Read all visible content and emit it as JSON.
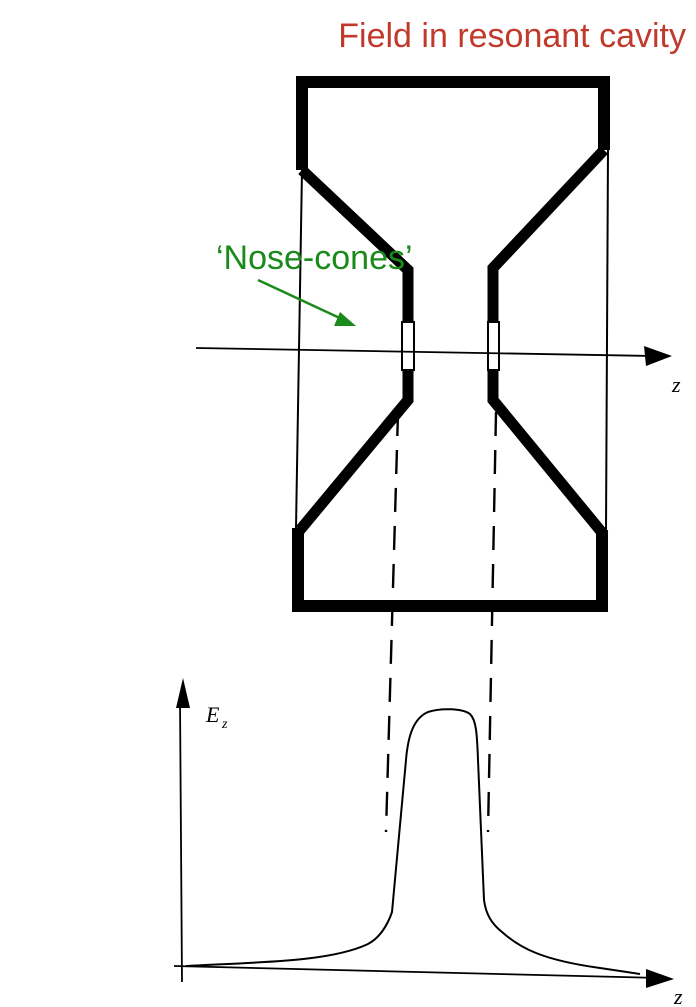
{
  "title": "Field in resonant cavity",
  "callout": {
    "label": "‘Nose-cones’"
  },
  "axes": {
    "beam_axis_label": "z",
    "field_axis_label": "E",
    "field_axis_subscript": "z",
    "plot_x_label": "z"
  },
  "colors": {
    "title": "#c0392b",
    "callout": "#1a8a1a",
    "drawing": "#000000"
  }
}
